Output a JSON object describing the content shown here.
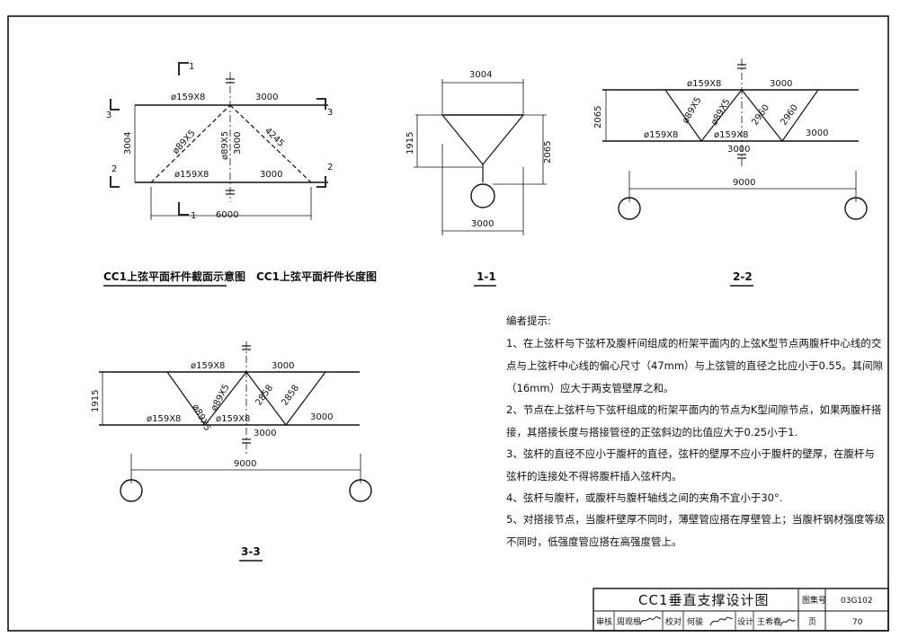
{
  "figures": {
    "plan": {
      "section_marks": [
        "1",
        "1",
        "3",
        "3",
        "2",
        "2"
      ],
      "labels": [
        "ø159X8",
        "3000",
        "ø89X5",
        "3004",
        "4245",
        "ø89X5",
        "3000",
        "ø159X8",
        "3000",
        "6000"
      ],
      "caption_a": "CC1上弦平面杆件截面示意图",
      "caption_b": "CC1上弦平面杆件长度图"
    },
    "s11": {
      "labels": [
        "3004",
        "1915",
        "2065",
        "3000"
      ],
      "caption": "1-1"
    },
    "s22": {
      "labels": [
        "ø159X8",
        "3000",
        "2065",
        "ø89X5",
        "ø89X5",
        "2960",
        "2960",
        "ø159X8",
        "ø159X8",
        "3000",
        "3000",
        "9000"
      ],
      "caption": "2-2"
    },
    "s33": {
      "labels": [
        "ø159X8",
        "3000",
        "1915",
        "ø89X5",
        "ø89X5",
        "2858",
        "2858",
        "ø159X8",
        "ø159X8",
        "3000",
        "3000",
        "9000"
      ],
      "caption": "3-3"
    }
  },
  "notes": {
    "title": "编者提示:",
    "lines": [
      "1、在上弦杆与下弦杆及腹杆间组成的桁架平面内的上弦K型节点两腹杆中心线的交",
      "点与上弦杆中心线的偏心尺寸（47mm）与上弦管的直径之比应小于0.55。其间隙",
      "（16mm）应大于两支管壁厚之和。",
      "2、节点在上弦杆与下弦杆组成的桁架平面内的节点为K型间隙节点，如果两腹杆搭",
      "接，其搭接长度与搭接管径的正弦斜边的比值应大于0.25小于1.",
      "3、弦杆的直径不应小于腹杆的直径，弦杆的壁厚不应小于腹杆的壁厚，在腹杆与",
      "弦杆的连接处不得将腹杆插入弦杆内。",
      "4、弦杆与腹杆，或腹杆与腹杆轴线之间的夹角不宜小于30°.",
      "5、对搭接节点，当腹杆壁厚不同时，薄壁管应搭在厚壁管上；当腹杆钢材强度等级",
      "不同时，低强度管应搭在高强度管上。"
    ]
  },
  "title_block": {
    "title": "CC1垂直支撑设计图",
    "atlas_label": "图集号",
    "atlas_no": "03G102",
    "page_label": "页",
    "page_no": "70",
    "review_label": "审核",
    "reviewer": "周观根",
    "check_label": "校对",
    "checker": "何骏",
    "design_label": "设计",
    "designer": "王希春"
  }
}
